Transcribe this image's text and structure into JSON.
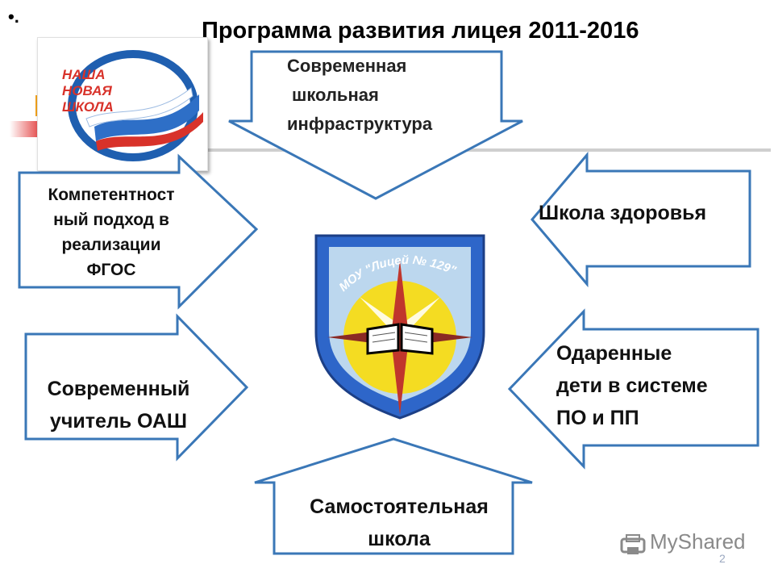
{
  "bullet": "•.",
  "title": "Программа развития лицея  2011-2016",
  "logo": {
    "lines": [
      "НАША",
      "НОВАЯ",
      "ШКОЛА"
    ]
  },
  "crest": {
    "text": "МОУ \"Лицей № 129\""
  },
  "arrows": {
    "top": [
      "Современная",
      "школьная",
      "инфраструктура"
    ],
    "left_upper": [
      "Компетентност",
      "ный подход в",
      "реализации",
      "ФГОС"
    ],
    "left_lower": [
      "Современный",
      "учитель ОАШ"
    ],
    "right_upper": "Школа здоровья",
    "right_lower": [
      "Одаренные",
      "дети в системе",
      "ПО и ПП"
    ],
    "bottom": [
      "Самостоятельная",
      "школа"
    ]
  },
  "watermark": "MyShared",
  "page_number": "2",
  "colors": {
    "arrow_stroke": "#3a77b7",
    "title": "#000000",
    "crest_blue": "#2e66c9",
    "crest_yellow": "#f4dc22"
  }
}
